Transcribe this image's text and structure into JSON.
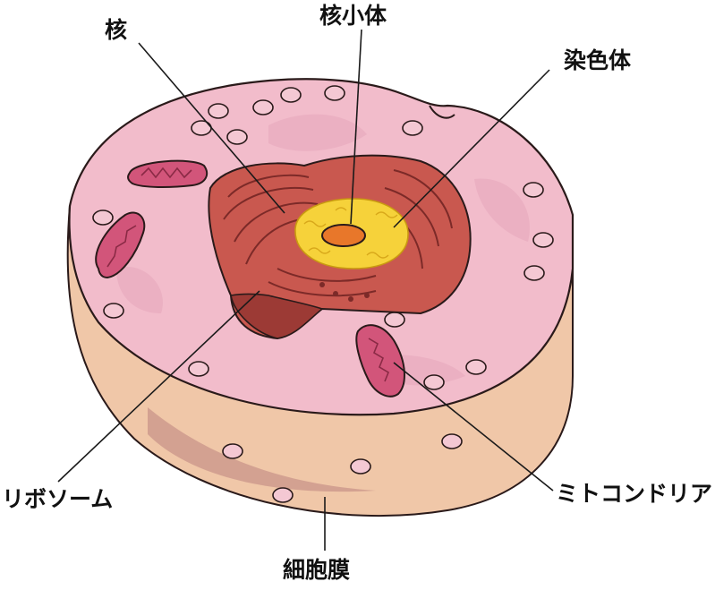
{
  "labels": {
    "nucleus": "核",
    "nucleolus": "核小体",
    "chromosome": "染色体",
    "ribosome": "リボソーム",
    "mitochondria": "ミトコンドリア",
    "cell_membrane": "細胞膜"
  },
  "colors": {
    "cell_top": "#f2bccb",
    "cell_side": "#f0c7a8",
    "cytoplasm_shadow": "#e6a6bb",
    "nucleus_envelope": "#c9584f",
    "nucleus_dark": "#9c3a35",
    "chromatin": "#f6d23a",
    "nucleolus": "#e8772a",
    "mitochondria": "#d2557a",
    "ribosome": "#f4c8d3",
    "outline": "#2a1a1a"
  }
}
